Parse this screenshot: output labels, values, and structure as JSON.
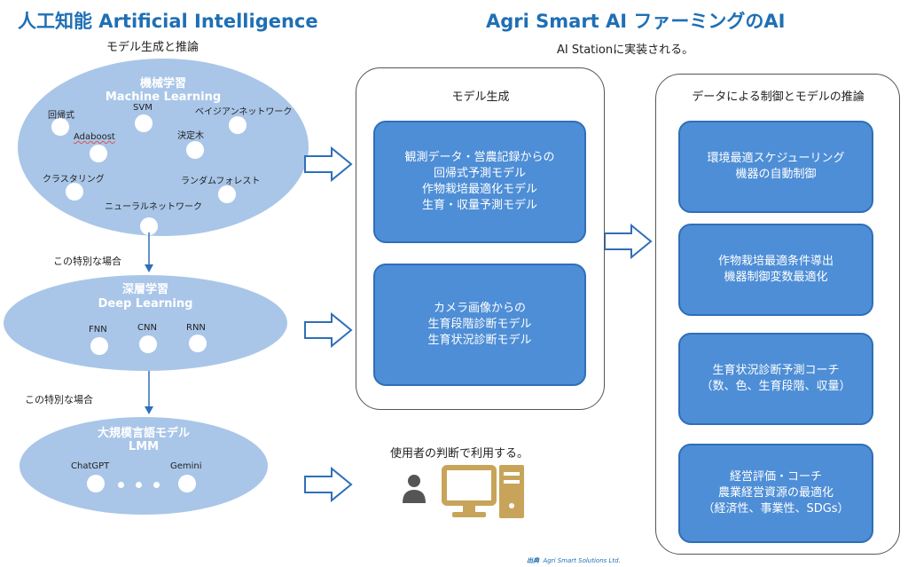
{
  "header": {
    "left_title": "人工知能  Artificial  Intelligence",
    "left_subtitle": "モデル生成と推論",
    "right_title": "Agri Smart  AI ファーミングのAI",
    "right_subtitle": "AI Stationに実装される。"
  },
  "machine_learning": {
    "title_jp": "機械学習",
    "title_en": "Machine Learning",
    "items": [
      "回帰式",
      "SVM",
      "ベイジアンネットワーク",
      "Adaboost",
      "決定木",
      "クラスタリング",
      "ランダムフォレスト",
      "ニューラルネットワーク"
    ]
  },
  "note1": "この特別な場合",
  "deep_learning": {
    "title_jp": "深層学習",
    "title_en": "Deep Learning",
    "items": [
      "FNN",
      "CNN",
      "RNN"
    ]
  },
  "note2": "この特別な場合",
  "llm": {
    "title_jp": "大規模言語モデル",
    "title_en": "LMM",
    "items": [
      "ChatGPT",
      "Gemini"
    ]
  },
  "model_panel": {
    "title": "モデル生成",
    "box1": [
      "観測データ・営農記録からの",
      "回帰式予測モデル",
      "作物栽培最適化モデル",
      "生育・収量予測モデル"
    ],
    "box2": [
      "カメラ画像からの",
      "生育段階診断モデル",
      "生育状況診断モデル"
    ]
  },
  "user": {
    "text": "使用者の判断で利用する。",
    "icons": [
      "person-icon",
      "monitor-icon",
      "pc-tower-icon"
    ]
  },
  "control_panel": {
    "title": "データによる制御とモデルの推論",
    "boxes": [
      [
        "環境最適スケジューリング",
        "機器の自動制御"
      ],
      [
        "作物栽培最適条件導出",
        "機器制御変数最適化"
      ],
      [
        "生育状況診断予測コーチ",
        "（数、色、生育段階、収量）"
      ],
      [
        "経営評価・コーチ",
        "農業経営資源の最適化",
        "（経済性、事業性、SDGs）"
      ]
    ]
  },
  "credit": {
    "label": "出典",
    "source": "Agri Smart Solutions Ltd."
  },
  "colors": {
    "title": "#1f6fb5",
    "ellipse": "#a9c6e8",
    "box": "#4e8ed6",
    "icon": "#c8a45a"
  }
}
